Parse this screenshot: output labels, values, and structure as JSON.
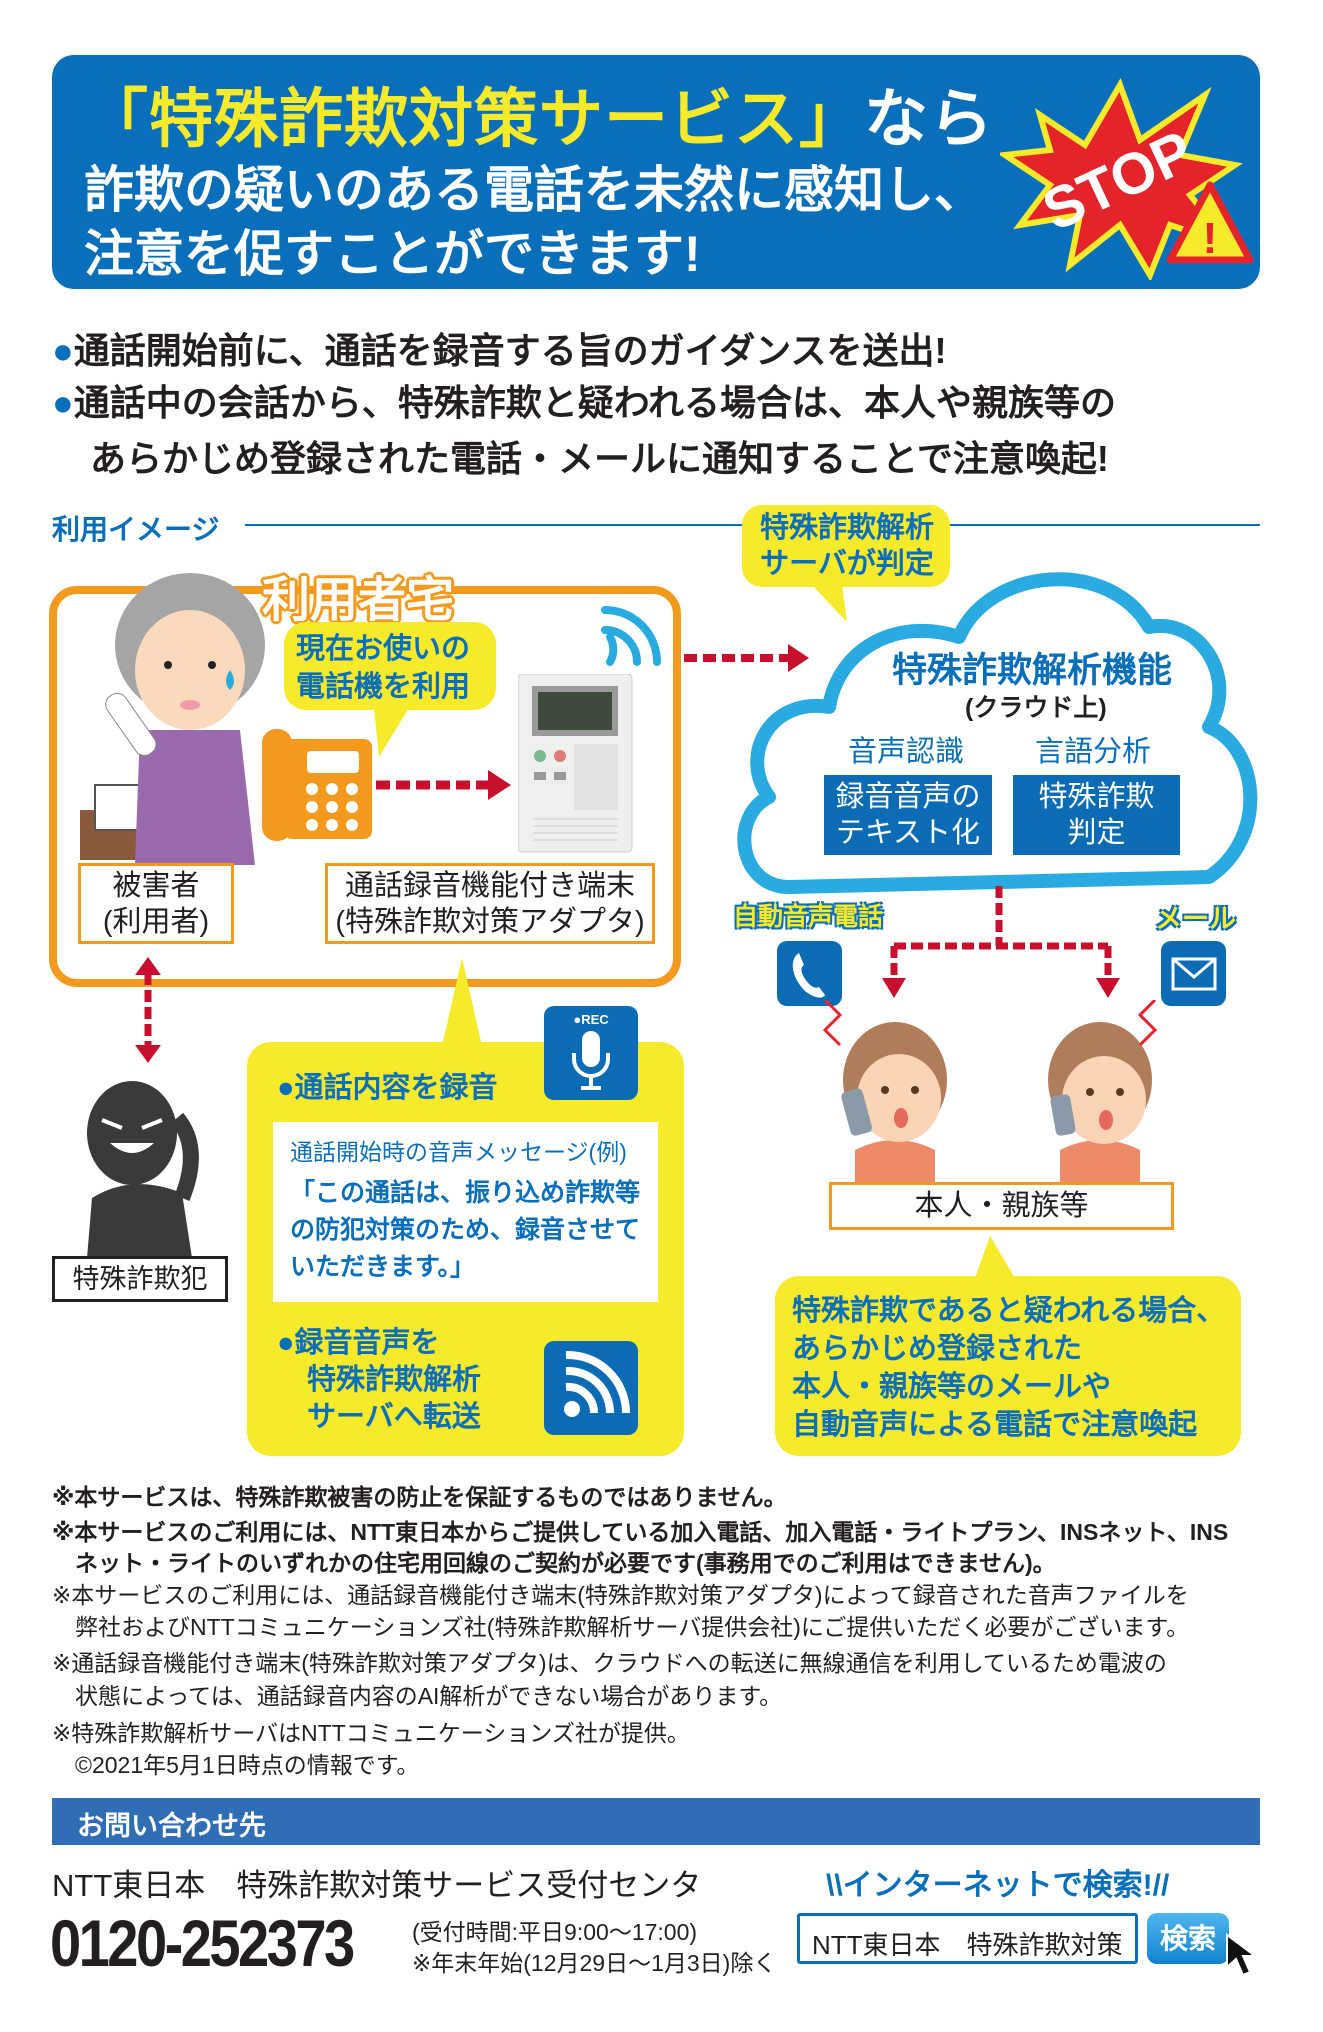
{
  "header": {
    "title_quoted": "「特殊詐欺対策サービス」",
    "title_suffix": "なら",
    "line2": "詐欺の疑いのある電話を未然に感知し、",
    "line3": "注意を促すことができます!",
    "stop_badge": "STOP",
    "warning_icon": "!"
  },
  "bullets": [
    {
      "marker": "●",
      "text": "通話開始前に、通話を録音する旨のガイダンスを送出!"
    },
    {
      "marker": "●",
      "text": "通話中の会話から、特殊詐欺と疑われる場合は、本人や親族等の",
      "cont": "あらかじめ登録された電話・メールに通知することで注意喚起!"
    }
  ],
  "diagram": {
    "section_title": "利用イメージ",
    "server_bubble": [
      "特殊詐欺解析",
      "サーバが判定"
    ],
    "home_label": "利用者宅",
    "phone_bubble": [
      "現在お使いの",
      "電話機を利用"
    ],
    "victim_label": [
      "被害者",
      "(利用者)"
    ],
    "device_label": [
      "通話録音機能付き端末",
      "(特殊詐欺対策アダプタ)"
    ],
    "cloud": {
      "title": "特殊詐欺解析機能",
      "subtitle": "(クラウド上)",
      "col1_head": "音声認識",
      "col1_box": [
        "録音音声の",
        "テキスト化"
      ],
      "col2_head": "言語分析",
      "col2_box": [
        "特殊詐欺",
        "判定"
      ]
    },
    "auto_call_label": "自動音声電話",
    "mail_label": "メール",
    "family_label": "本人・親族等",
    "family_bubble": [
      "特殊詐欺であると疑われる場合、",
      "あらかじめ登録された",
      "本人・親族等のメールや",
      "自動音声による電話で注意喚起"
    ],
    "record_heading": "●通話内容を録音",
    "rec_icon_text": "●REC",
    "message_caption": "通話開始時の音声メッセージ(例)",
    "message_text": [
      "「この通話は、振り込め詐欺等",
      "の防犯対策のため、録音させて",
      "いただきます。」"
    ],
    "transfer_heading": [
      "●録音音声を",
      "特殊詐欺解析",
      "サーバへ転送"
    ],
    "fraudster_label": "特殊詐欺犯"
  },
  "notes": [
    "※本サービスは、特殊詐欺被害の防止を保証するものではありません。",
    "※本サービスのご利用には、NTT東日本からご提供している加入電話、加入電話・ライトプラン、INSネット、INS",
    "　ネット・ライトのいずれかの住宅用回線のご契約が必要です(事務用でのご利用はできません)。",
    "※本サービスのご利用には、通話録音機能付き端末(特殊詐欺対策アダプタ)によって録音された音声ファイルを",
    "　弊社およびNTTコミュニケーションズ社(特殊詐欺解析サーバ提供会社)にご提供いただく必要がございます。",
    "※通話録音機能付き端末(特殊詐欺対策アダプタ)は、クラウドへの転送に無線通信を利用しているため電波の",
    "　状態によっては、通話録音内容のAI解析ができない場合があります。",
    "※特殊詐欺解析サーバはNTTコミュニケーションズ社が提供。",
    "　©2021年5月1日時点の情報です。"
  ],
  "contact": {
    "bar_title": "お問い合わせ先",
    "center_name": "NTT東日本　特殊詐欺対策サービス受付センタ",
    "phone": "0120-252373",
    "hours": "(受付時間:平日9:00〜17:00)",
    "holiday": "※年末年始(12月29日〜1月3日)除く",
    "internet_search": "\\\\インターネットで検索!//",
    "search_value": "NTT東日本　特殊詐欺対策",
    "search_button": "検索"
  },
  "colors": {
    "blue": "#0a6fba",
    "yellow": "#f7ea2a",
    "orange": "#f39a1e",
    "red": "#c8102e",
    "cloud": "#29abe2"
  }
}
